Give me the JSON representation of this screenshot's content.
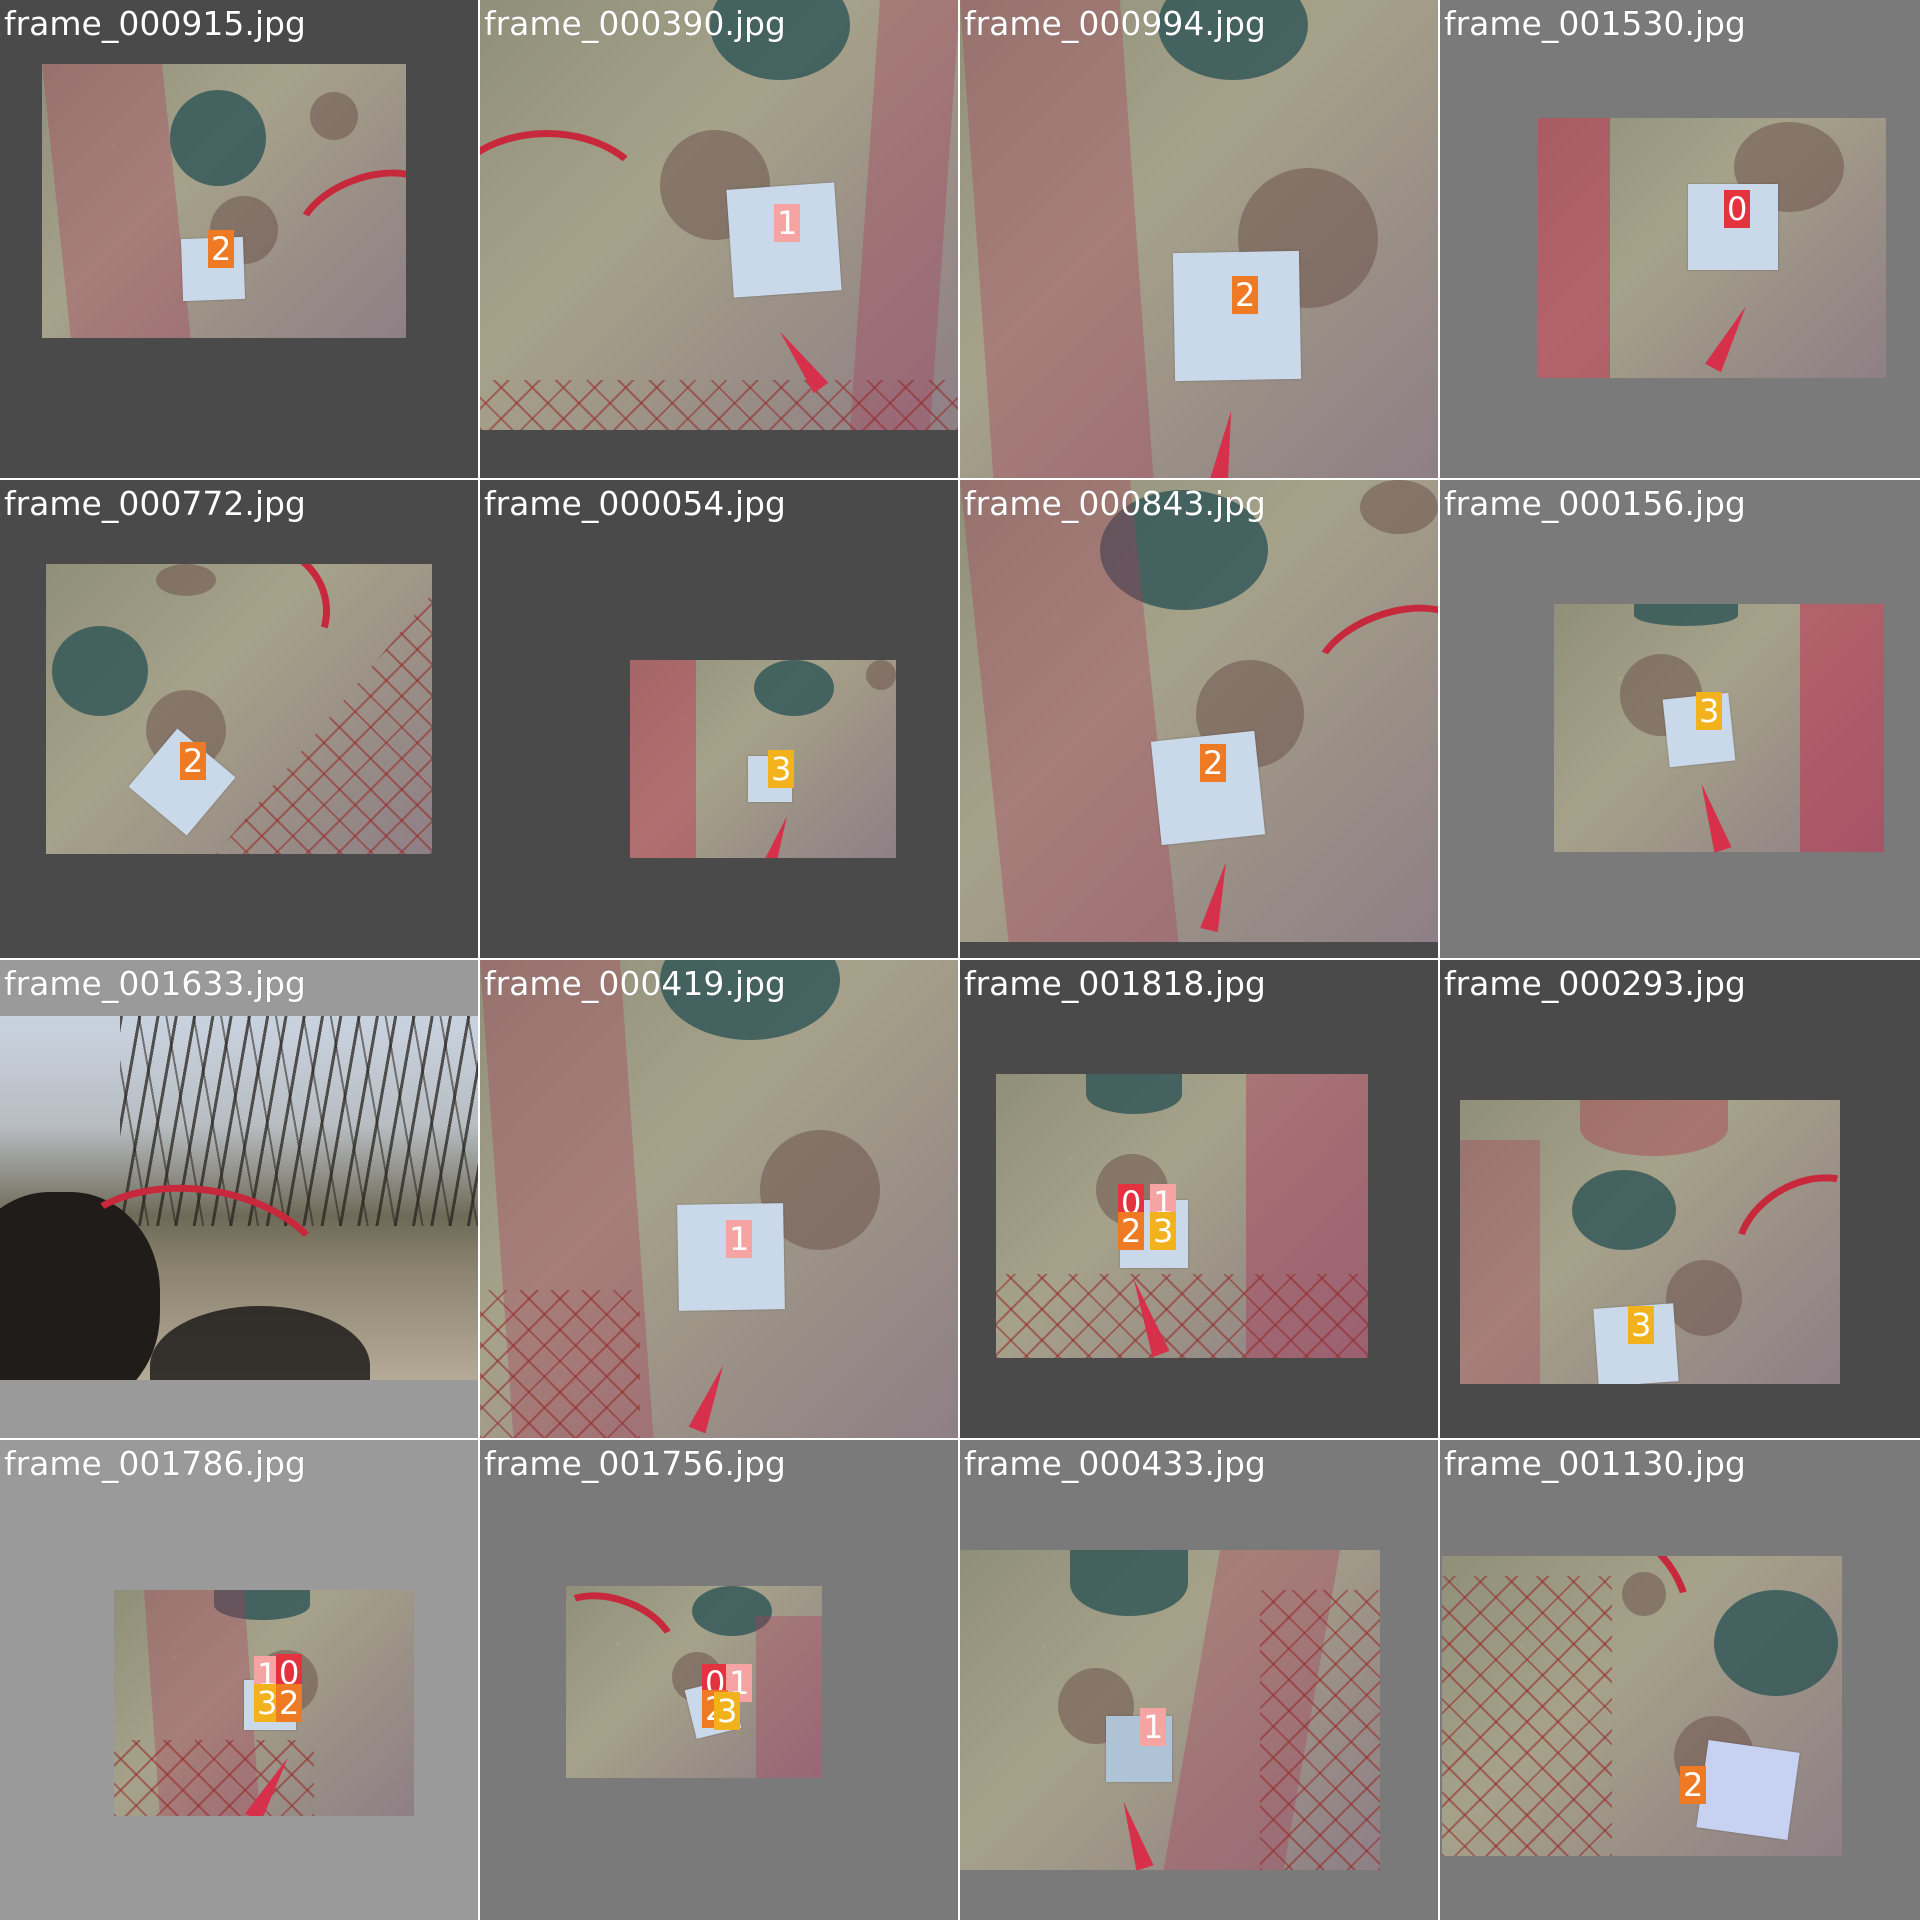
{
  "colors": {
    "class_0": "#e5323f",
    "class_1": "#f5a3a3",
    "class_2": "#ef7a24",
    "class_3": "#f2b21b",
    "tile_bg_dark": "#4a4a4a",
    "tile_bg_mid": "#7a7a7a",
    "tile_bg_light": "#9a9a9a"
  },
  "tiles": [
    {
      "file": "frame_000915.jpg",
      "labels": [
        "2"
      ]
    },
    {
      "file": "frame_000390.jpg",
      "labels": [
        "1"
      ]
    },
    {
      "file": "frame_000994.jpg",
      "labels": [
        "2"
      ]
    },
    {
      "file": "frame_001530.jpg",
      "labels": [
        "0"
      ]
    },
    {
      "file": "frame_000772.jpg",
      "labels": [
        "2"
      ]
    },
    {
      "file": "frame_000054.jpg",
      "labels": [
        "3"
      ]
    },
    {
      "file": "frame_000843.jpg",
      "labels": [
        "2"
      ]
    },
    {
      "file": "frame_000156.jpg",
      "labels": [
        "3"
      ]
    },
    {
      "file": "frame_001633.jpg",
      "labels": []
    },
    {
      "file": "frame_000419.jpg",
      "labels": [
        "1"
      ]
    },
    {
      "file": "frame_001818.jpg",
      "labels": [
        "0",
        "1",
        "2",
        "3"
      ]
    },
    {
      "file": "frame_000293.jpg",
      "labels": [
        "3"
      ]
    },
    {
      "file": "frame_001786.jpg",
      "labels": [
        "1",
        "0",
        "3",
        "2"
      ]
    },
    {
      "file": "frame_001756.jpg",
      "labels": [
        "0",
        "1",
        "2",
        "3"
      ]
    },
    {
      "file": "frame_000433.jpg",
      "labels": [
        "1"
      ]
    },
    {
      "file": "frame_001130.jpg",
      "labels": [
        "2"
      ]
    }
  ]
}
